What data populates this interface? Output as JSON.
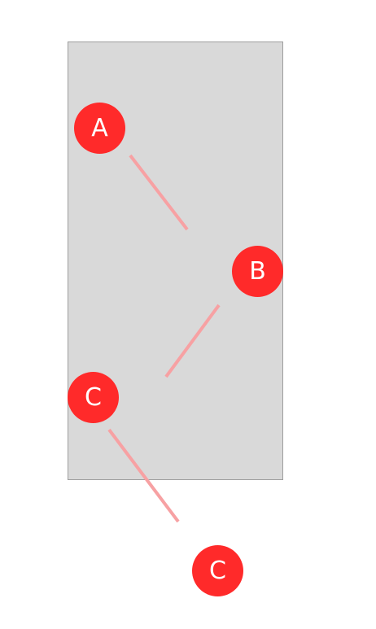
{
  "colors": {
    "panel_fill": "#d9d9d9",
    "panel_border": "#9e9e9e",
    "marker_fill": "#ff2a2a",
    "marker_text": "#ffffff",
    "connector": "#f7a1a3"
  },
  "markers": [
    {
      "label": "A"
    },
    {
      "label": "B"
    },
    {
      "label": "C"
    },
    {
      "label": "C"
    }
  ]
}
